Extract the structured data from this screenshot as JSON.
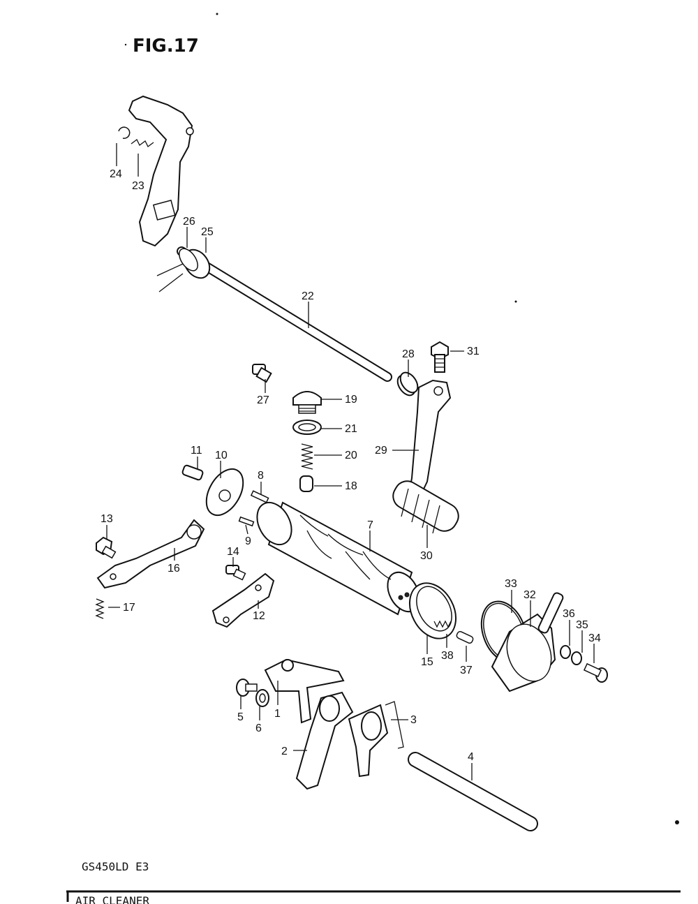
{
  "figure_title": "FIG.17",
  "model_code": "GS450LD E3",
  "footer_fragment": "AIR CLEANER",
  "callouts": {
    "n1": "1",
    "n2": "2",
    "n3": "3",
    "n4": "4",
    "n5": "5",
    "n6": "6",
    "n7": "7",
    "n8": "8",
    "n9": "9",
    "n10": "10",
    "n11": "11",
    "n12": "12",
    "n13": "13",
    "n14": "14",
    "n15": "15",
    "n16": "16",
    "n17": "17",
    "n18": "18",
    "n19": "19",
    "n20": "20",
    "n21": "21",
    "n22": "22",
    "n23": "23",
    "n24": "24",
    "n25": "25",
    "n26": "26",
    "n27": "27",
    "n28": "28",
    "n29": "29",
    "n30": "30",
    "n31": "31",
    "n32": "32",
    "n33": "33",
    "n34": "34",
    "n35": "35",
    "n36": "36",
    "n37": "37",
    "n38": "38"
  }
}
